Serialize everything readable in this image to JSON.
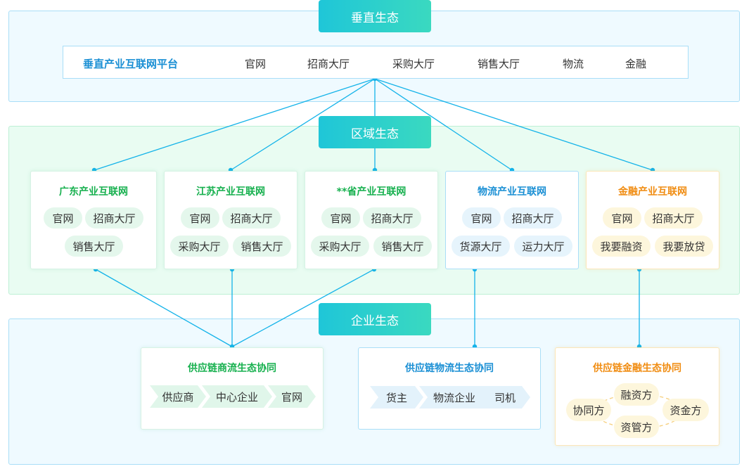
{
  "sections": {
    "vertical": "垂直生态",
    "regional": "区域生态",
    "enterprise": "企业生态"
  },
  "platform": {
    "name": "垂直产业互联网平台",
    "items": [
      "官网",
      "招商大厅",
      "采购大厅",
      "销售大厅",
      "物流",
      "金融"
    ]
  },
  "regional_cards": [
    {
      "title": "广东产业互联网",
      "items": [
        "官网",
        "招商大厅",
        "销售大厅"
      ]
    },
    {
      "title": "江苏产业互联网",
      "items": [
        "官网",
        "招商大厅",
        "采购大厅",
        "销售大厅"
      ]
    },
    {
      "title": "**省产业互联网",
      "items": [
        "官网",
        "招商大厅",
        "采购大厅",
        "销售大厅"
      ]
    },
    {
      "title": "物流产业互联网",
      "items": [
        "官网",
        "招商大厅",
        "货源大厅",
        "运力大厅"
      ]
    },
    {
      "title": "金融产业互联网",
      "items": [
        "官网",
        "招商大厅",
        "我要融资",
        "我要放贷"
      ]
    }
  ],
  "enterprise_cards": [
    {
      "title": "供应链商流生态协同",
      "steps": [
        "供应商",
        "中心企业",
        "官网"
      ]
    },
    {
      "title": "供应链物流生态协同",
      "steps": [
        "货主",
        "物流企业",
        "司机"
      ]
    },
    {
      "title": "供应链金融生态协同",
      "nodes": [
        "协同方",
        "融资方",
        "资金方",
        "资管方"
      ]
    }
  ],
  "colors": {
    "line": "#14b3e9",
    "green_title": "#16b04e",
    "blue_title": "#1a8fd4",
    "orange_title": "#f08c11",
    "tab_start": "#1fc6d8",
    "tab_end": "#3ad9c0"
  }
}
